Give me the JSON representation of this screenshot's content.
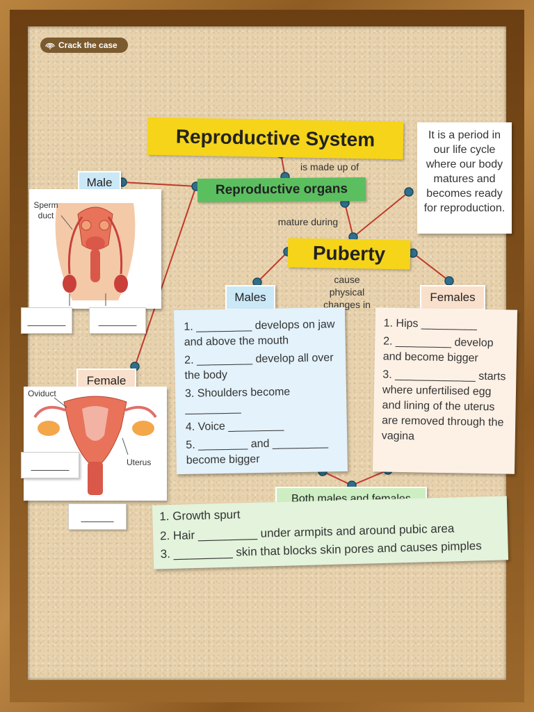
{
  "badge": {
    "label": "Crack the case",
    "icon": "fingerprint-icon"
  },
  "title": "Reproductive System",
  "links": {
    "made_up_of": "is made up of",
    "mature_during": "mature during",
    "cause_changes": "cause physical changes in"
  },
  "nodes": {
    "organs": "Reproductive organs",
    "puberty": "Puberty",
    "male": "Male",
    "female": "Female",
    "males": "Males",
    "females": "Females",
    "both": "Both males and females"
  },
  "puberty_note": "It is a period in our life cycle where our body matures and becomes ready for reproduction.",
  "male_diagram": {
    "labels": {
      "sperm_duct": "Sperm duct"
    },
    "blanks": [
      "_______",
      "_______"
    ]
  },
  "female_diagram": {
    "labels": {
      "oviduct": "Oviduct",
      "uterus": "Uterus"
    },
    "blanks": [
      "_______",
      "______"
    ]
  },
  "males_list": [
    "1.  _________ develops on jaw and above the mouth",
    "2. _________ develop all over the body",
    "3. Shoulders become _________",
    "4. Voice _________",
    "5. ________ and _________ become bigger"
  ],
  "females_list": [
    "1. Hips _________",
    "2. _________ develop and become bigger",
    "3. _____________ starts where unfertilised egg and lining of the uterus are removed through the vagina"
  ],
  "both_list": [
    "1. Growth spurt",
    "2. Hair _________ under armpits and around pubic area",
    "3. _________ skin that blocks skin pores and causes pimples"
  ],
  "colors": {
    "title_bg": "#f6d419",
    "organs_bg": "#5bbf5f",
    "male_bg": "#cbe8f7",
    "female_bg": "#f9e0cc",
    "males_card": "#e3f2fb",
    "females_card": "#fdf1e6",
    "both_card": "#e3f3dc",
    "pin": "#2f6f8c",
    "string": "#c0392b"
  }
}
